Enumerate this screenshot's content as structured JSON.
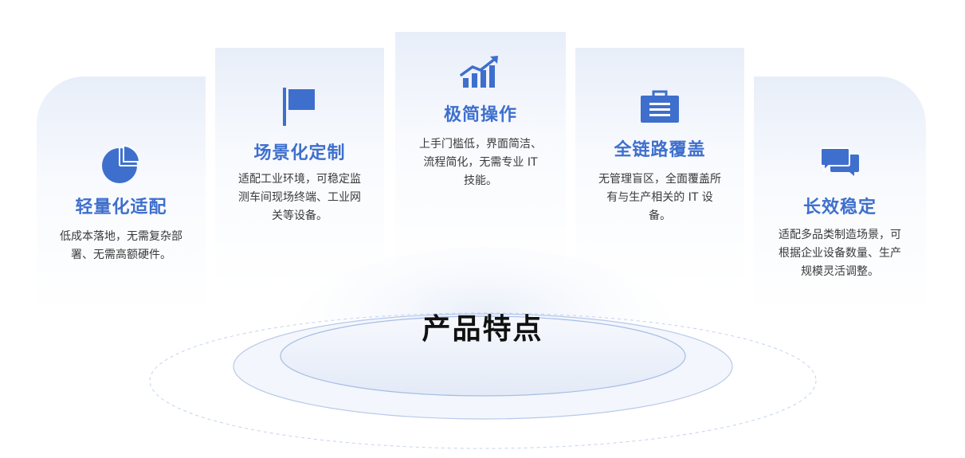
{
  "heading": "产品特点",
  "accent_color": "#3e6fcd",
  "features": [
    {
      "icon": "pie-chart-icon",
      "title": "轻量化适配",
      "desc": "低成本落地，无需复杂部署、无需高额硬件。"
    },
    {
      "icon": "flag-icon",
      "title": "场景化定制",
      "desc": "适配工业环境，可稳定监测车间现场终端、工业网关等设备。"
    },
    {
      "icon": "trending-up-chart-icon",
      "title": "极简操作",
      "desc": "上手门槛低，界面简洁、流程简化，无需专业 IT 技能。"
    },
    {
      "icon": "briefcase-icon",
      "title": "全链路覆盖",
      "desc": "无管理盲区，全面覆盖所有与生产相关的 IT 设备。"
    },
    {
      "icon": "chat-bubbles-icon",
      "title": "长效稳定",
      "desc": "适配多品类制造场景，可根据企业设备数量、生产规模灵活调整。"
    }
  ]
}
